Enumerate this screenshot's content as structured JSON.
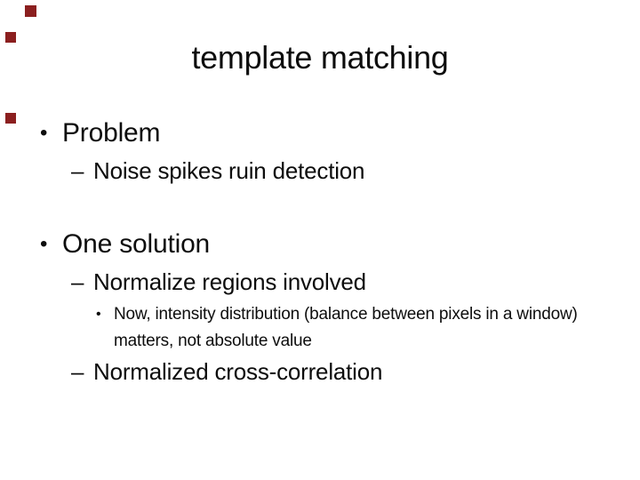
{
  "slide": {
    "title": "template matching",
    "bullets": [
      {
        "marker": "•",
        "text": "Problem"
      },
      {
        "marker": "–",
        "text": "Noise spikes ruin detection"
      },
      {
        "marker": "•",
        "text": "One solution"
      },
      {
        "marker": "–",
        "text": "Normalize regions involved"
      },
      {
        "marker": "•",
        "text": "Now, intensity distribution (balance between pixels in a window) matters, not absolute value"
      },
      {
        "marker": "–",
        "text": "Normalized cross-correlation"
      }
    ],
    "colors": {
      "background": "#ffffff",
      "text": "#0d0d0d",
      "accent_square": "#8b1f1f"
    }
  }
}
